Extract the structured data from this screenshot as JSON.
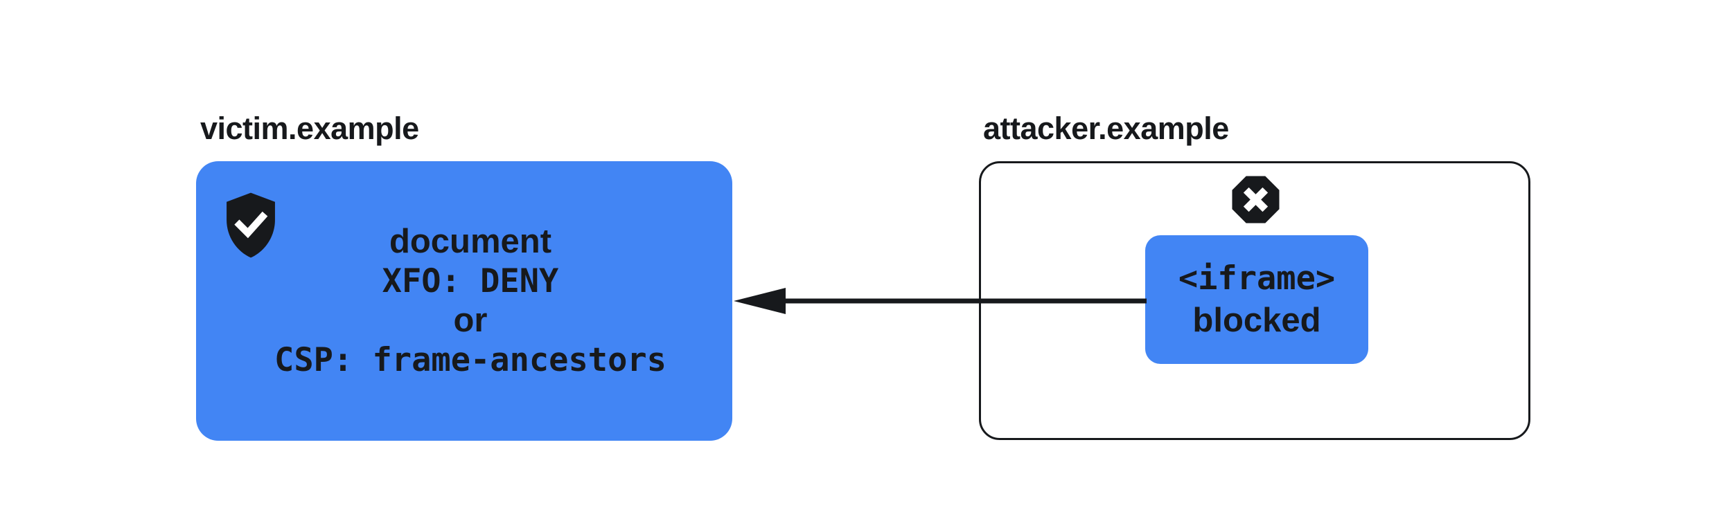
{
  "title": "iframe embedding blocked diagram",
  "colors": {
    "blue": "#4285F4",
    "ink": "#17191C",
    "background": "#ffffff"
  },
  "victim": {
    "label": "victim.example",
    "icon": "shield-check-icon",
    "box_lines": [
      {
        "text": "document",
        "style": "sans"
      },
      {
        "text": "XFO: DENY",
        "style": "mono"
      },
      {
        "text": "or",
        "style": "sans"
      },
      {
        "text": "CSP: frame-ancestors",
        "style": "mono"
      }
    ]
  },
  "attacker": {
    "label": "attacker.example",
    "icon": "blocked-cross-icon",
    "iframe_box": {
      "lines": [
        {
          "text": "<iframe>",
          "style": "mono"
        },
        {
          "text": "blocked",
          "style": "sans"
        }
      ]
    }
  },
  "arrow": {
    "name": "embed-request-blocked-arrow",
    "direction": "right-to-left"
  }
}
